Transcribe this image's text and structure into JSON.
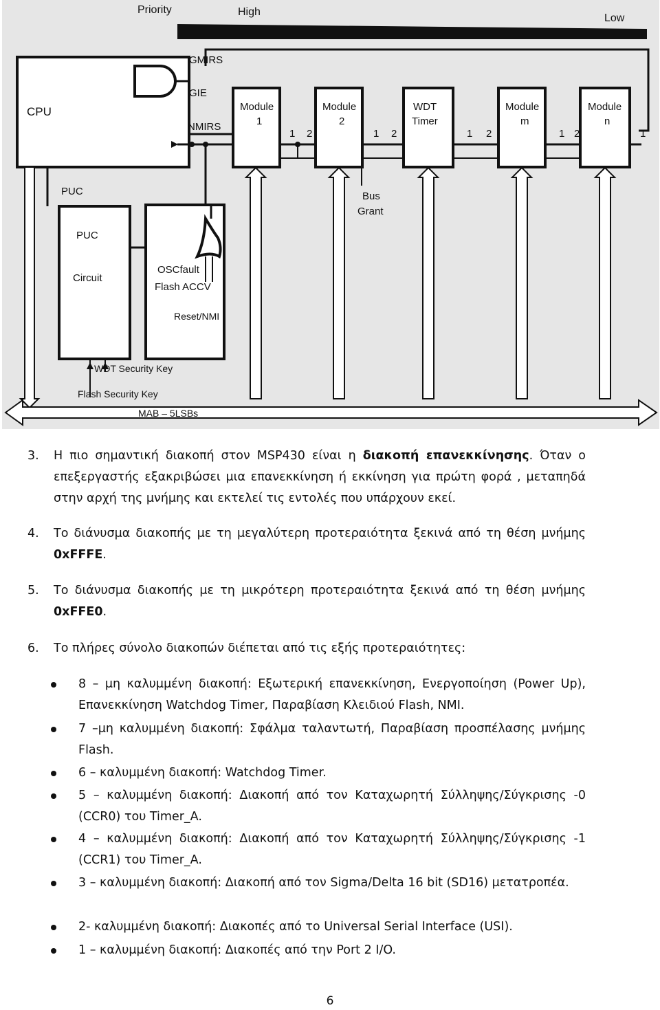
{
  "diagram": {
    "priority_label": "Priority",
    "high_label": "High",
    "low_label": "Low",
    "cpu_label": "CPU",
    "gmirs_label": "GMIRS",
    "gie_label": "GIE",
    "nmirs_label": "NMIRS",
    "puc_label": "PUC",
    "puc_circuit_line1": "PUC",
    "puc_circuit_line2": "Circuit",
    "oscfault_label": "OSCfault",
    "flash_accv_label": "Flash ACCV",
    "reset_nmi_label": "Reset/NMI",
    "wdt_security_key_label": "WDT Security Key",
    "flash_security_key_label": "Flash Security Key",
    "mab_label": "MAB – 5LSBs",
    "bus_grant_line1": "Bus",
    "bus_grant_line2": "Grant",
    "modules": [
      {
        "line1": "Module",
        "line2": "1"
      },
      {
        "line1": "Module",
        "line2": "2"
      },
      {
        "line1": "WDT",
        "line2": "Timer"
      },
      {
        "line1": "Module",
        "line2": "m"
      },
      {
        "line1": "Module",
        "line2": "n"
      }
    ],
    "pin1": "1",
    "pin2": "2"
  },
  "items": [
    {
      "number": "3.",
      "text_before": "Η πιο σημαντική διακοπή στον MSP430 είναι η ",
      "bold": "διακοπή επανεκκίνησης",
      "text_after": ". Όταν ο επεξεργαστής εξακριβώσει μια επανεκκίνηση ή εκκίνηση για πρώτη φορά , μεταπηδά στην αρχή της μνήμης και εκτελεί τις εντολές που υπάρχουν εκεί."
    },
    {
      "number": "4.",
      "text_before": "Το διάνυσμα διακοπής με τη μεγαλύτερη προτεραιότητα ξεκινά από τη θέση μνήμης ",
      "bold": "0xFFFE",
      "text_after": "."
    },
    {
      "number": "5.",
      "text_before": "Το διάνυσμα διακοπής με τη μικρότερη προτεραιότητα ξεκινά από τη θέση μνήμης ",
      "bold": "0xFFE0",
      "text_after": "."
    },
    {
      "number": "6.",
      "text_before": "Το πλήρες σύνολο διακοπών διέπεται από τις εξής προτεραιότητες:",
      "bold": "",
      "text_after": ""
    }
  ],
  "bullets": [
    "8 – μη καλυμμένη διακοπή: Εξωτερική επανεκκίνηση, Ενεργοποίηση (Power Up), Επανεκκίνηση Watchdog Timer, Παραβίαση Κλειδιού Flash, NMI.",
    "7 –μη καλυμμένη διακοπή: Σφάλμα ταλαντωτή, Παραβίαση προσπέλασης μνήμης Flash.",
    "6 – καλυμμένη διακοπή: Watchdog Timer.",
    "5 – καλυμμένη διακοπή: Διακοπή από τον Καταχωρητή Σύλληψης/Σύγκρισης -0 (CCR0) του Timer_A.",
    "4 – καλυμμένη διακοπή: Διακοπή από τον Καταχωρητή Σύλληψης/Σύγκρισης -1 (CCR1) του Timer_A.",
    "3 – καλυμμένη διακοπή: Διακοπή από τον Sigma/Delta 16 bit (SD16) μετατροπέα.",
    "2- καλυμμένη διακοπή: Διακοπές από το Universal Serial Interface (USI).",
    "1 – καλυμμένη διακοπή: Διακοπές από την Port 2 I/O."
  ],
  "page_number": "6"
}
